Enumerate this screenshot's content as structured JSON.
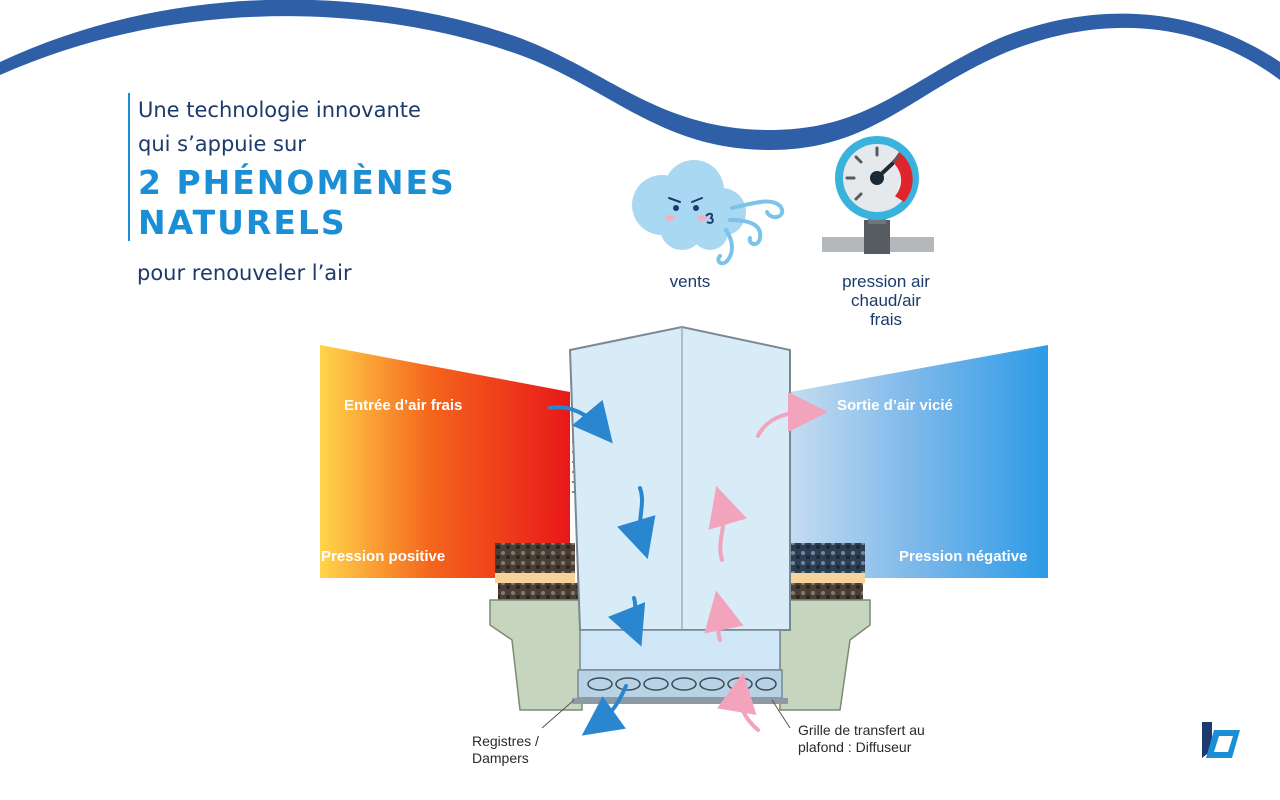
{
  "heading": {
    "line1": "Une technologie innovante",
    "line2": "qui s’appuie sur",
    "title_line1": "2 PHÉNOMÈNES",
    "title_line2": "NATURELS",
    "subline": "pour renouveler l’air"
  },
  "phenomena": [
    {
      "label": "vents",
      "icon": "wind-cloud-icon"
    },
    {
      "label_lines": [
        "pression air",
        "chaud/air",
        "frais"
      ],
      "icon": "pressure-gauge-icon"
    }
  ],
  "diagram": {
    "inlet_label": "Entrée d’air frais",
    "outlet_label": "Sortie d’air vicié",
    "positive_label": "Pression positive",
    "negative_label": "Pression négative",
    "dampers_label_lines": [
      "Registres /",
      "Dampers"
    ],
    "grille_label_lines": [
      "Grille de transfert au",
      "plafond : Diffuseur"
    ]
  },
  "colors": {
    "wave": "#2f5fa6",
    "accent": "#1a8fd6",
    "text_dark": "#1c3a6b",
    "warm_gradient": [
      "#ffd54a",
      "#f4641c",
      "#e8181a"
    ],
    "cool_gradient": [
      "#c5dcf0",
      "#5aa8e6",
      "#2d9be6"
    ],
    "fresh_arrow": "#2a86cf",
    "stale_arrow": "#f3a4bd"
  },
  "logo": {
    "icon": "company-logo-icon"
  }
}
